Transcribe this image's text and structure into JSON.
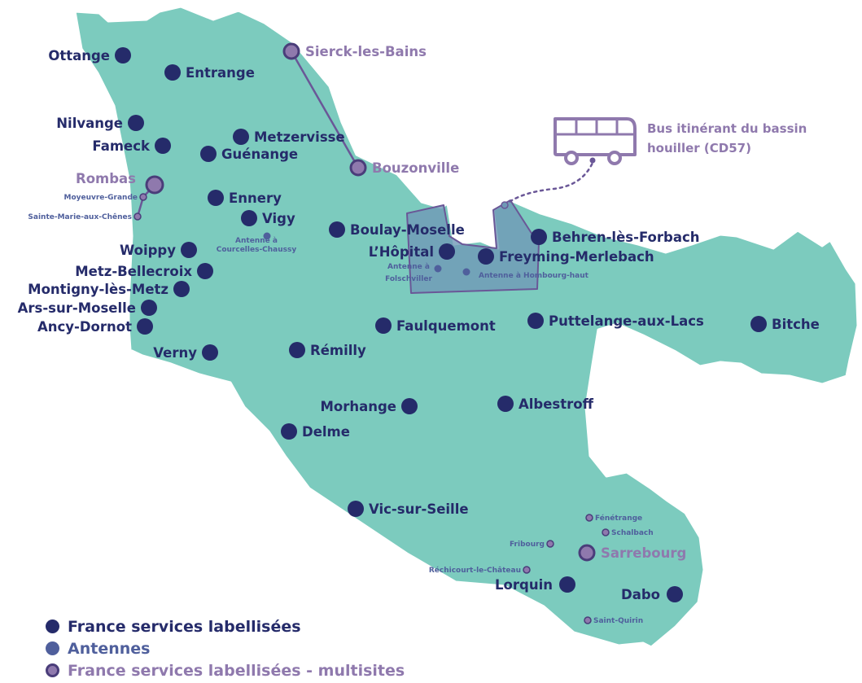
{
  "colors": {
    "territory": "#7ccbbe",
    "territory_stroke": "#ffffff",
    "labellisee": "#252b6a",
    "antenne": "#4f5f9c",
    "multisite_fill": "#8f79ad",
    "multisite_ring": "#4a3d7a",
    "multisite_text": "#8f79ad",
    "zone_fill": "#6f99b6",
    "zone_stroke": "#6a5797",
    "bus": "#8f79ad"
  },
  "places": [
    {
      "id": "ottange",
      "name": "Ottange",
      "type": "labellisee",
      "label_side": "left"
    },
    {
      "id": "entrange",
      "name": "Entrange",
      "type": "labellisee",
      "label_side": "right"
    },
    {
      "id": "nilvange",
      "name": "Nilvange",
      "type": "labellisee",
      "label_side": "left"
    },
    {
      "id": "metzervisse",
      "name": "Metzervisse",
      "type": "labellisee",
      "label_side": "right"
    },
    {
      "id": "fameck",
      "name": "Fameck",
      "type": "labellisee",
      "label_side": "left"
    },
    {
      "id": "guenange",
      "name": "Guénange",
      "type": "labellisee",
      "label_side": "right"
    },
    {
      "id": "ennery",
      "name": "Ennery",
      "type": "labellisee",
      "label_side": "right"
    },
    {
      "id": "vigy",
      "name": "Vigy",
      "type": "labellisee",
      "label_side": "right"
    },
    {
      "id": "boulay",
      "name": "Boulay-Moselle",
      "type": "labellisee",
      "label_side": "right"
    },
    {
      "id": "lhopital",
      "name": "L’Hôpital",
      "type": "labellisee",
      "label_side": "left"
    },
    {
      "id": "freyming",
      "name": "Freyming-Merlebach",
      "type": "labellisee",
      "label_side": "right"
    },
    {
      "id": "behren",
      "name": "Behren-lès-Forbach",
      "type": "labellisee",
      "label_side": "right"
    },
    {
      "id": "woippy",
      "name": "Woippy",
      "type": "labellisee",
      "label_side": "left"
    },
    {
      "id": "metzbellecroix",
      "name": "Metz-Bellecroix",
      "type": "labellisee",
      "label_side": "left"
    },
    {
      "id": "montigny",
      "name": "Montigny-lès-Metz",
      "type": "labellisee",
      "label_side": "left"
    },
    {
      "id": "ars",
      "name": "Ars-sur-Moselle",
      "type": "labellisee",
      "label_side": "left"
    },
    {
      "id": "ancy",
      "name": "Ancy-Dornot",
      "type": "labellisee",
      "label_side": "left"
    },
    {
      "id": "verny",
      "name": "Verny",
      "type": "labellisee",
      "label_side": "left"
    },
    {
      "id": "remilly",
      "name": "Rémilly",
      "type": "labellisee",
      "label_side": "right"
    },
    {
      "id": "faulquemont",
      "name": "Faulquemont",
      "type": "labellisee",
      "label_side": "right"
    },
    {
      "id": "puttelange",
      "name": "Puttelange-aux-Lacs",
      "type": "labellisee",
      "label_side": "right"
    },
    {
      "id": "bitche",
      "name": "Bitche",
      "type": "labellisee",
      "label_side": "right"
    },
    {
      "id": "morhange",
      "name": "Morhange",
      "type": "labellisee",
      "label_side": "left"
    },
    {
      "id": "albestroff",
      "name": "Albestroff",
      "type": "labellisee",
      "label_side": "right"
    },
    {
      "id": "delme",
      "name": "Delme",
      "type": "labellisee",
      "label_side": "right"
    },
    {
      "id": "vicsurseille",
      "name": "Vic-sur-Seille",
      "type": "labellisee",
      "label_side": "right"
    },
    {
      "id": "lorquin",
      "name": "Lorquin",
      "type": "labellisee",
      "label_side": "left"
    },
    {
      "id": "dabo",
      "name": "Dabo",
      "type": "labellisee",
      "label_side": "left"
    },
    {
      "id": "sierck",
      "name": "Sierck-les-Bains",
      "type": "multisite",
      "label_side": "right"
    },
    {
      "id": "bouzonville",
      "name": "Bouzonville",
      "type": "multisite",
      "label_side": "right"
    },
    {
      "id": "rombas",
      "name": "Rombas",
      "type": "multisite",
      "label_side": "left"
    },
    {
      "id": "sarrebourg",
      "name": "Sarrebourg",
      "type": "multisite",
      "label_side": "right"
    },
    {
      "id": "moyeuvre",
      "name": "Moyeuvre-Grande",
      "type": "site",
      "label_side": "left"
    },
    {
      "id": "saintemarie",
      "name": "Sainte-Marie-aux-Chênes",
      "type": "site",
      "label_side": "left"
    },
    {
      "id": "fenetrange",
      "name": "Fénétrange",
      "type": "site",
      "label_side": "right"
    },
    {
      "id": "schalbach",
      "name": "Schalbach",
      "type": "site",
      "label_side": "right"
    },
    {
      "id": "fribourg",
      "name": "Fribourg",
      "type": "site",
      "label_side": "left"
    },
    {
      "id": "rechicourt",
      "name": "Réchicourt-le-Château",
      "type": "site",
      "label_side": "left"
    },
    {
      "id": "saintquirin",
      "name": "Saint-Quirin",
      "type": "site",
      "label_side": "right"
    }
  ],
  "antennes": [
    {
      "id": "courcelles",
      "lines": [
        "Antenne à",
        "Courcelles-Chaussy"
      ]
    },
    {
      "id": "folschviller",
      "lines": [
        "Antenne à",
        "Folschviller"
      ]
    },
    {
      "id": "hombourg",
      "lines": [
        "Antenne à Hombourg-haut"
      ]
    }
  ],
  "bus": {
    "lines": [
      "Bus itinérant du bassin",
      "houiller (CD57)"
    ]
  },
  "legend": [
    {
      "id": "labellisee",
      "label": "France services labellisées"
    },
    {
      "id": "antenne",
      "label": "Antennes"
    },
    {
      "id": "multisite",
      "label": "France services labellisées - multisites"
    }
  ]
}
